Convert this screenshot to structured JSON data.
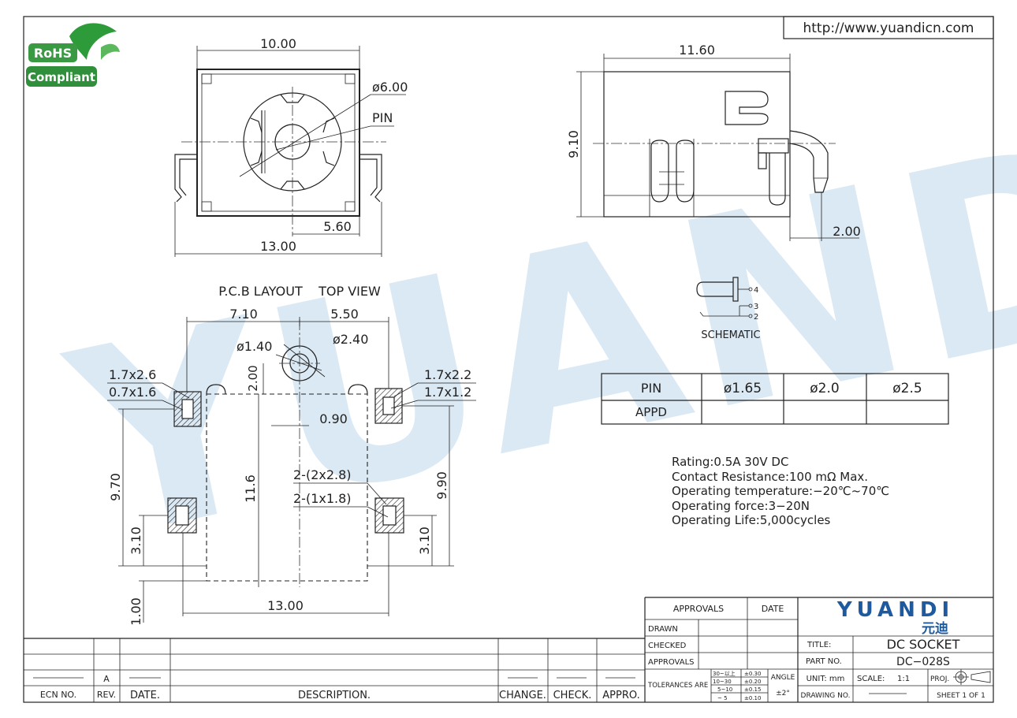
{
  "website": "http://www.yuandicn.com",
  "rohs": {
    "line1": "RoHS",
    "line2": "Compliant"
  },
  "watermark": "YUANDI",
  "front_view": {
    "dim_top": "10.00",
    "dim_bottom": "13.00",
    "dim_offset": "5.60",
    "dia_label": "ø6.00",
    "pin_label": "PIN"
  },
  "side_view": {
    "dim_width": "11.60",
    "dim_height": "9.10",
    "dim_pin": "2.00"
  },
  "schematic": {
    "label": "SCHEMATIC",
    "pin4": "4",
    "pin3": "3",
    "pin2": "2"
  },
  "pcb": {
    "title": "P.C.B LAYOUT    TOP VIEW",
    "dim_left": "7.10",
    "dim_right": "5.50",
    "dia_small": "ø1.40",
    "dia_big": "ø2.40",
    "dim_200": "2.00",
    "dim_090": "0.90",
    "pad_left_outer": "1.7x2.6",
    "pad_left_inner": "0.7x1.6",
    "pad_right_outer": "1.7x2.2",
    "pad_right_inner": "1.7x1.2",
    "pad_bottom_outer": "2-(2x2.8)",
    "pad_bottom_inner": "2-(1x1.8)",
    "dim_970": "9.70",
    "dim_116": "11.6",
    "dim_990": "9.90",
    "dim_310_left": "3.10",
    "dim_310_right": "3.10",
    "dim_100": "1.00",
    "dim_1300": "13.00"
  },
  "pin_table": {
    "row1": [
      "PIN",
      "ø1.65",
      "ø2.0",
      "ø2.5"
    ],
    "row2": [
      "APPD",
      "",
      "",
      ""
    ]
  },
  "specs": [
    "Rating:0.5A  30V  DC",
    "Contact  Resistance:100  mΩ  Max.",
    "Operating  temperature:−20℃~70℃",
    "Operating  force:3−20N",
    "Operating  Life:5,000cycles"
  ],
  "revision_table": {
    "headers": [
      "ECN NO.",
      "REV.",
      "DATE.",
      "DESCRIPTION.",
      "CHANGE.",
      "CHECK.",
      "APPRO."
    ],
    "row_rev": "A"
  },
  "title_block": {
    "approvals": "APPROVALS",
    "date": "DATE",
    "drawn": "DRAWN",
    "checked": "CHECKED",
    "approvals2": "APPROVALS",
    "tolerances": "TOLERANCES ARE",
    "tol_ranges": [
      "30~以上",
      "10~30",
      "5~10",
      "~ 5"
    ],
    "tol_values": [
      "±0.30",
      "±0.20",
      "±0.15",
      "±0.10"
    ],
    "angle": "ANGLE",
    "angle_value": "±2°",
    "logo": "YUANDI",
    "logo_cn": "元迪",
    "title_label": "TITLE:",
    "title_value": "DC SOCKET",
    "part_label": "PART NO.",
    "part_value": "DC−028S",
    "unit": "UNIT: mm",
    "scale_label": "SCALE:",
    "scale_value": "1:1",
    "proj": "PROJ.",
    "drawing_label": "DRAWING NO.",
    "sheet": "SHEET  1  OF  1"
  }
}
